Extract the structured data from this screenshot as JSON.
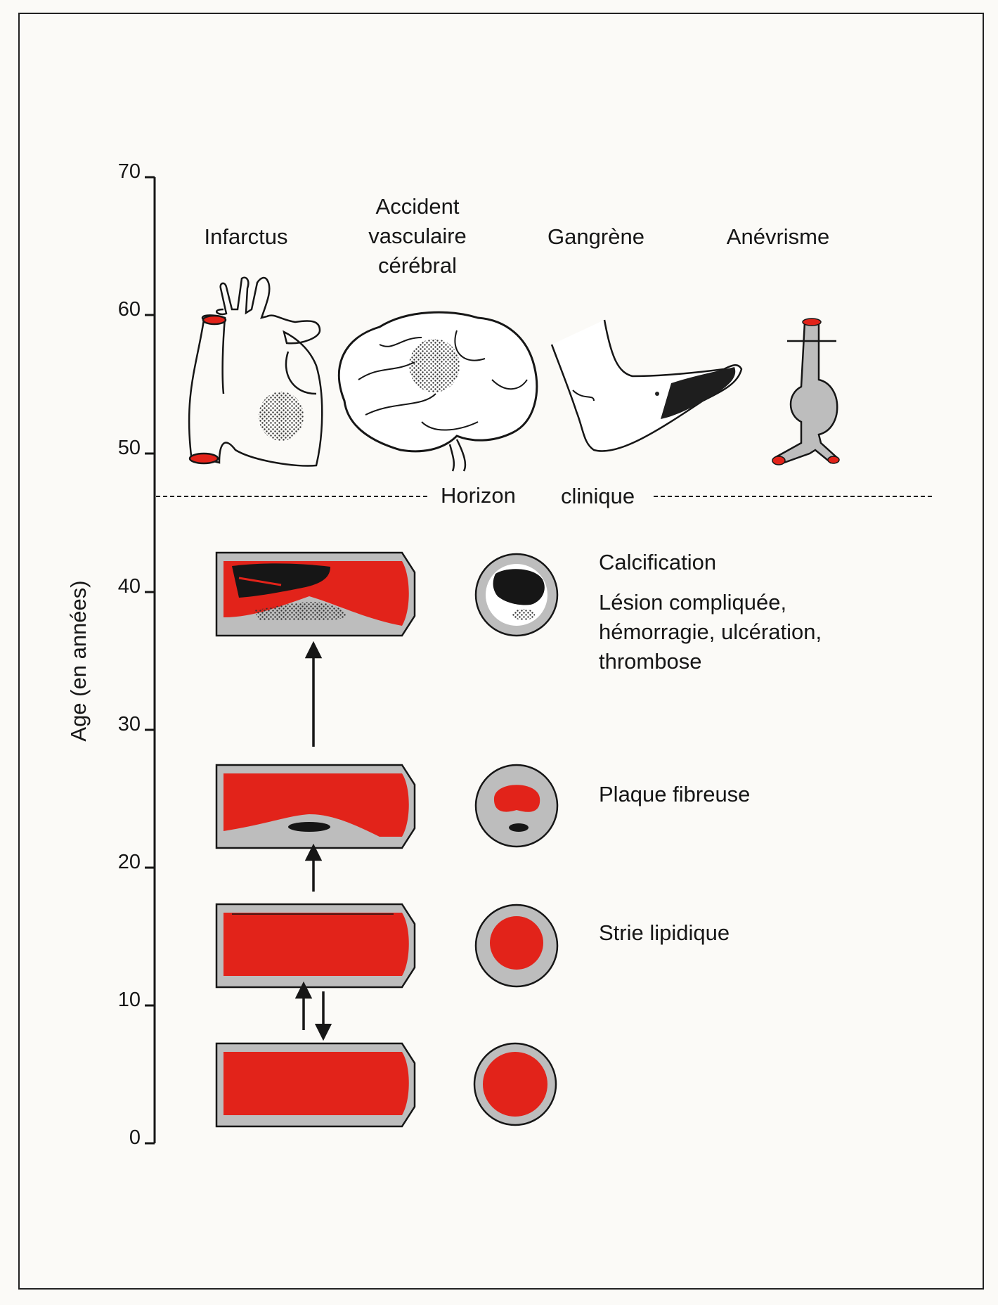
{
  "axis": {
    "label": "Age (en années)",
    "ticks": [
      "70",
      "60",
      "50",
      "40",
      "30",
      "20",
      "10",
      "0"
    ],
    "range": [
      0,
      70
    ]
  },
  "clinical_events": {
    "infarctus": "Infarctus",
    "avc_line1": "Accident",
    "avc_line2": "vasculaire",
    "avc_line3": "cérébral",
    "gangrene": "Gangrène",
    "anevrisme": "Anévrisme"
  },
  "horizon": {
    "word1": "Horizon",
    "word2": "clinique",
    "age": 47
  },
  "stages": {
    "calcification": "Calcification",
    "lesion_line1": "Lésion compliquée,",
    "lesion_line2": "hémorragie, ulcération,",
    "lesion_line3": "thrombose",
    "plaque": "Plaque fibreuse",
    "strie": "Strie lipidique"
  },
  "colors": {
    "blood": "#e2231a",
    "wall": "#bdbdbd",
    "ink": "#161616"
  }
}
